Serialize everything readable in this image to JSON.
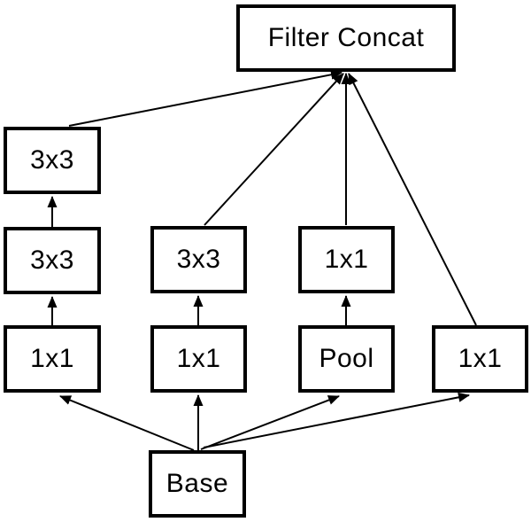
{
  "diagram": {
    "type": "inception-module-block-diagram",
    "background_color": "#ffffff",
    "box_fill_color": "#ffffff",
    "box_border_color": "#000000",
    "edge_color": "#000000",
    "text_color": "#000000",
    "nodes": {
      "filter_concat": {
        "label": "Filter Concat"
      },
      "branch1_conv3x3_top": {
        "label": "3x3"
      },
      "branch1_conv3x3_mid": {
        "label": "3x3"
      },
      "branch1_conv1x1": {
        "label": "1x1"
      },
      "branch2_conv3x3": {
        "label": "3x3"
      },
      "branch2_conv1x1": {
        "label": "1x1"
      },
      "branch3_conv1x1": {
        "label": "1x1"
      },
      "bran3_pool": {
        "label": "Pool"
      },
      "branch4_conv1x1": {
        "label": "1x1"
      },
      "base": {
        "label": "Base"
      }
    },
    "edges": [
      {
        "from": "base",
        "to": "branch1_conv1x1"
      },
      {
        "from": "base",
        "to": "branch2_conv1x1"
      },
      {
        "from": "base",
        "to": "branch3_pool"
      },
      {
        "from": "base",
        "to": "branch4_conv1x1"
      },
      {
        "from": "branch1_conv1x1",
        "to": "branch1_conv3x3_mid"
      },
      {
        "from": "branch1_conv3x3_mid",
        "to": "branch1_conv3x3_top"
      },
      {
        "from": "branch2_conv1x1",
        "to": "branch2_conv3x3"
      },
      {
        "from": "branch3_pool",
        "to": "branch3_conv1x1"
      },
      {
        "from": "branch1_conv3x3_top",
        "to": "filter_concat"
      },
      {
        "from": "branch2_conv3x3",
        "to": "filter_concat"
      },
      {
        "from": "branch3_conv1x1",
        "to": "filter_concat"
      },
      {
        "from": "branch4_conv1x1",
        "to": "filter_concat"
      }
    ]
  }
}
